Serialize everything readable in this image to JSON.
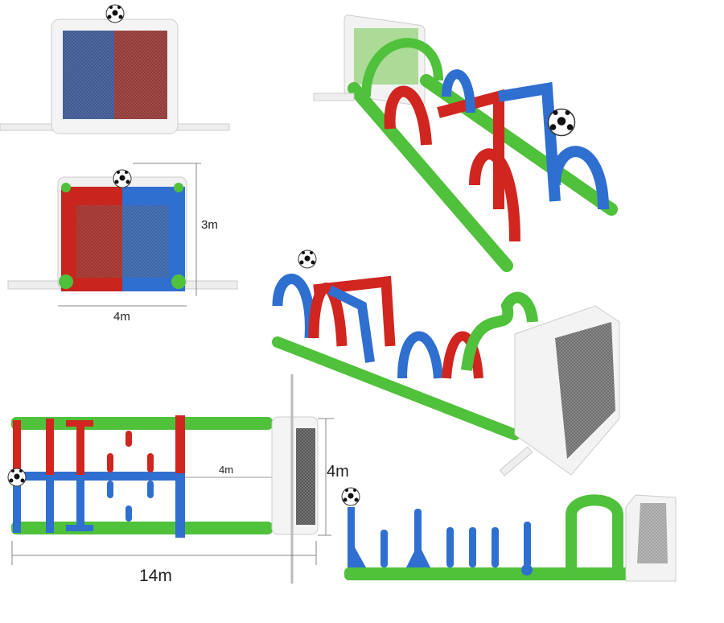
{
  "dimensions": {
    "front_height": "3m",
    "front_width": "4m",
    "top_inner_width": "4m",
    "top_width": "4m",
    "top_length": "14m"
  },
  "colors": {
    "green": "#4fc13a",
    "red": "#d0261f",
    "blue": "#2f74d0",
    "white": "#f2f2f2",
    "net": "#444444"
  }
}
